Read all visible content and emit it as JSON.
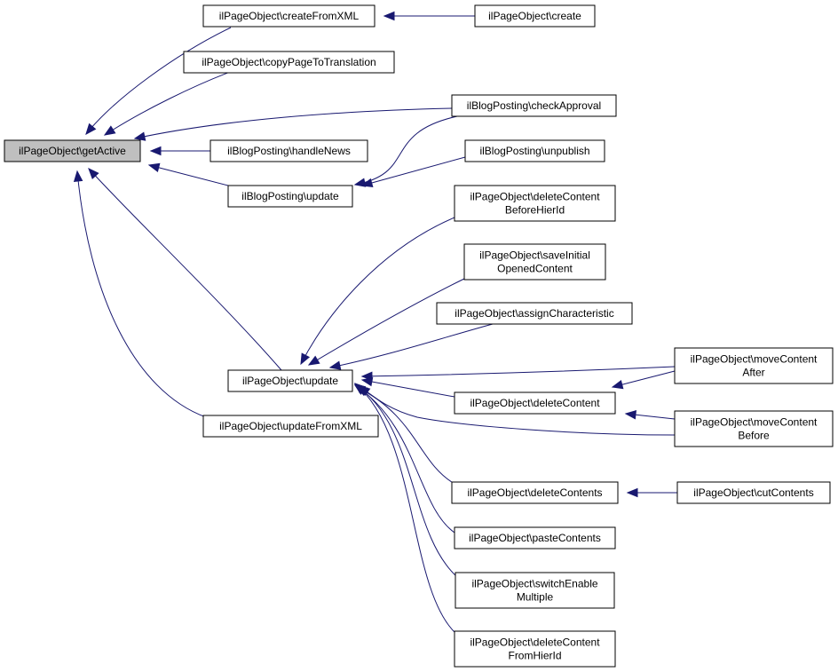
{
  "diagram": {
    "nodes": [
      {
        "id": "getActive",
        "lines": [
          "ilPageObject\\getActive"
        ]
      },
      {
        "id": "createFromXML",
        "lines": [
          "ilPageObject\\createFromXML"
        ]
      },
      {
        "id": "create",
        "lines": [
          "ilPageObject\\create"
        ]
      },
      {
        "id": "copyPageToTranslation",
        "lines": [
          "ilPageObject\\copyPageToTranslation"
        ]
      },
      {
        "id": "checkApproval",
        "lines": [
          "ilBlogPosting\\checkApproval"
        ]
      },
      {
        "id": "handleNews",
        "lines": [
          "ilBlogPosting\\handleNews"
        ]
      },
      {
        "id": "unpublish",
        "lines": [
          "ilBlogPosting\\unpublish"
        ]
      },
      {
        "id": "blogUpdate",
        "lines": [
          "ilBlogPosting\\update"
        ]
      },
      {
        "id": "deleteContentBeforeHierId",
        "lines": [
          "ilPageObject\\deleteContent",
          "BeforeHierId"
        ]
      },
      {
        "id": "saveInitialOpenedContent",
        "lines": [
          "ilPageObject\\saveInitial",
          "OpenedContent"
        ]
      },
      {
        "id": "assignCharacteristic",
        "lines": [
          "ilPageObject\\assignCharacteristic"
        ]
      },
      {
        "id": "pageUpdate",
        "lines": [
          "ilPageObject\\update"
        ]
      },
      {
        "id": "moveContentAfter",
        "lines": [
          "ilPageObject\\moveContent",
          "After"
        ]
      },
      {
        "id": "deleteContent",
        "lines": [
          "ilPageObject\\deleteContent"
        ]
      },
      {
        "id": "moveContentBefore",
        "lines": [
          "ilPageObject\\moveContent",
          "Before"
        ]
      },
      {
        "id": "updateFromXML",
        "lines": [
          "ilPageObject\\updateFromXML"
        ]
      },
      {
        "id": "deleteContents",
        "lines": [
          "ilPageObject\\deleteContents"
        ]
      },
      {
        "id": "cutContents",
        "lines": [
          "ilPageObject\\cutContents"
        ]
      },
      {
        "id": "pasteContents",
        "lines": [
          "ilPageObject\\pasteContents"
        ]
      },
      {
        "id": "switchEnableMultiple",
        "lines": [
          "ilPageObject\\switchEnable",
          "Multiple"
        ]
      },
      {
        "id": "deleteContentFromHierId",
        "lines": [
          "ilPageObject\\deleteContent",
          "FromHierId"
        ]
      }
    ],
    "edges": [
      {
        "from": "createFromXML",
        "to": "getActive"
      },
      {
        "from": "create",
        "to": "createFromXML"
      },
      {
        "from": "copyPageToTranslation",
        "to": "getActive"
      },
      {
        "from": "checkApproval",
        "to": "getActive"
      },
      {
        "from": "checkApproval",
        "to": "blogUpdate"
      },
      {
        "from": "handleNews",
        "to": "getActive"
      },
      {
        "from": "blogUpdate",
        "to": "getActive"
      },
      {
        "from": "unpublish",
        "to": "blogUpdate"
      },
      {
        "from": "pageUpdate",
        "to": "getActive"
      },
      {
        "from": "updateFromXML",
        "to": "getActive"
      },
      {
        "from": "deleteContentBeforeHierId",
        "to": "pageUpdate"
      },
      {
        "from": "saveInitialOpenedContent",
        "to": "pageUpdate"
      },
      {
        "from": "assignCharacteristic",
        "to": "pageUpdate"
      },
      {
        "from": "moveContentAfter",
        "to": "pageUpdate"
      },
      {
        "from": "moveContentAfter",
        "to": "deleteContent"
      },
      {
        "from": "deleteContent",
        "to": "pageUpdate"
      },
      {
        "from": "moveContentBefore",
        "to": "pageUpdate"
      },
      {
        "from": "moveContentBefore",
        "to": "deleteContent"
      },
      {
        "from": "deleteContents",
        "to": "pageUpdate"
      },
      {
        "from": "cutContents",
        "to": "deleteContents"
      },
      {
        "from": "pasteContents",
        "to": "pageUpdate"
      },
      {
        "from": "switchEnableMultiple",
        "to": "pageUpdate"
      },
      {
        "from": "deleteContentFromHierId",
        "to": "pageUpdate"
      }
    ],
    "root": "getActive",
    "colors": {
      "edge": "#191970",
      "root_fill": "#bfbfbf",
      "node_fill": "#ffffff"
    }
  }
}
